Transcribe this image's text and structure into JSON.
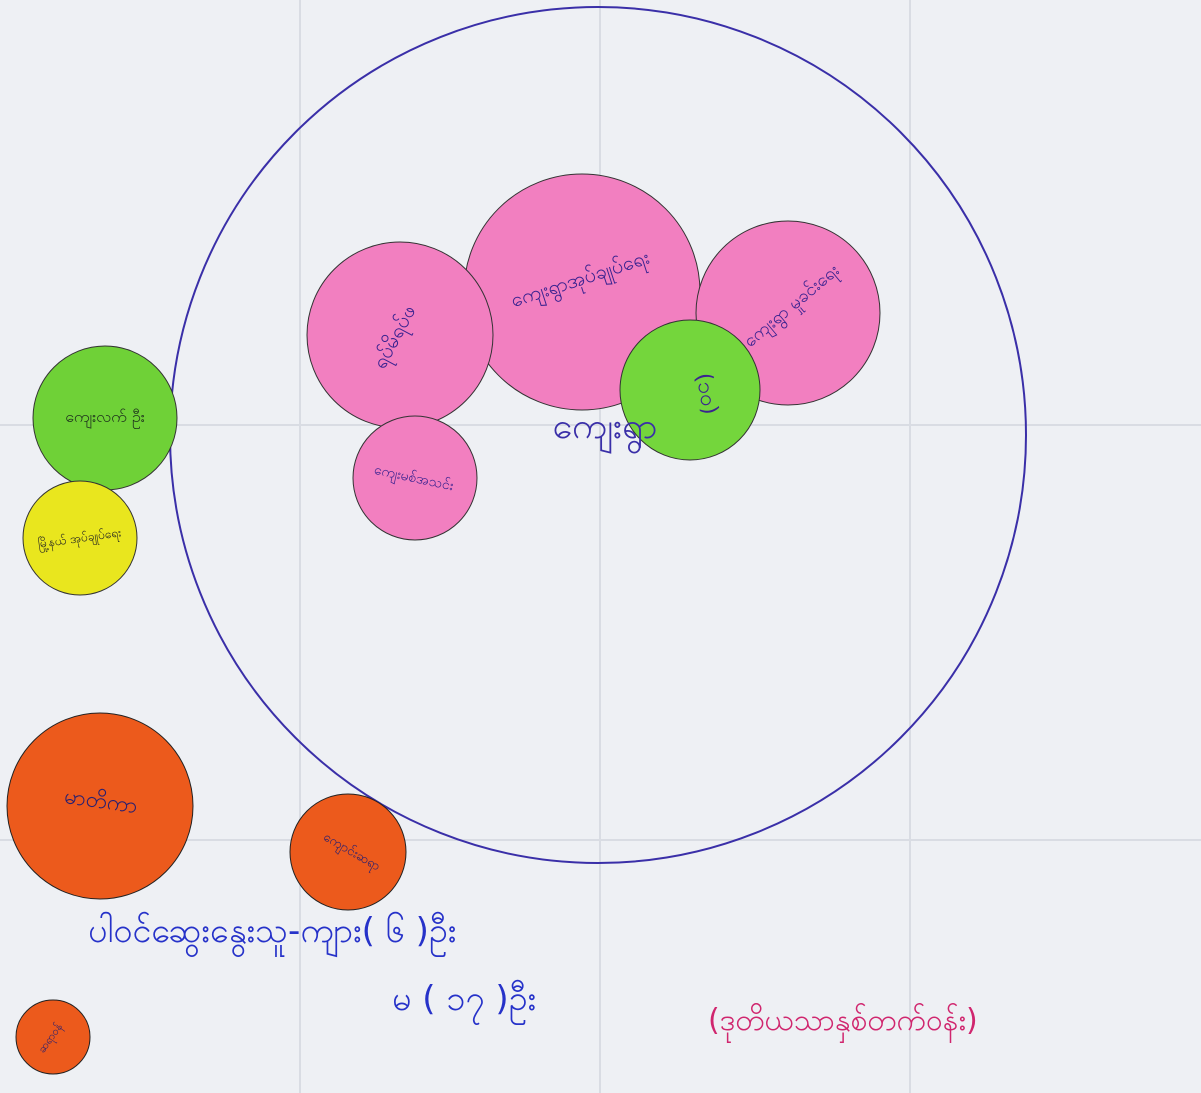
{
  "diagram": {
    "center_label": "ကျေးရွာ",
    "inside_circles": [
      {
        "id": "pink-top",
        "text": "ကျေးရွာအုပ်ချုပ်ရေး",
        "color": "#f27fc0"
      },
      {
        "id": "pink-left",
        "text": "ရပ်မိရပ်ဖ",
        "color": "#f27fc0"
      },
      {
        "id": "pink-right",
        "text": "ကျေးရွာ မှုခင်းရေး",
        "color": "#f27fc0"
      },
      {
        "id": "green-inner",
        "text": "(၁၀)",
        "color": "#74d63c"
      },
      {
        "id": "pink-small",
        "text": "ကျေးမစ်အသင်း",
        "color": "#f27fc0"
      }
    ],
    "outside_circles": [
      {
        "id": "green-left",
        "text": "ကျေးလက် ဦး",
        "color": "#6fd137"
      },
      {
        "id": "yellow-left",
        "text": "မြို့နယ် အုပ်ချုပ်ရေး",
        "color": "#e9e61e"
      },
      {
        "id": "orange-big",
        "text": "မာတိကာ",
        "color": "#ec5a1c"
      },
      {
        "id": "orange-mid",
        "text": "ကျောင်းဆရာ",
        "color": "#ec5a1c"
      },
      {
        "id": "orange-small",
        "text": "ဆရာဝန်",
        "color": "#ec5a1c"
      }
    ],
    "participants_line1": "ပါဝင်ဆွေးနွေးသူ-ကျား( ၆ )ဦး",
    "participants_line2": "မ ( ၁၇ )ဦး",
    "caption": "(ဒုတိယသာနှစ်တက်ဝန်း)"
  }
}
